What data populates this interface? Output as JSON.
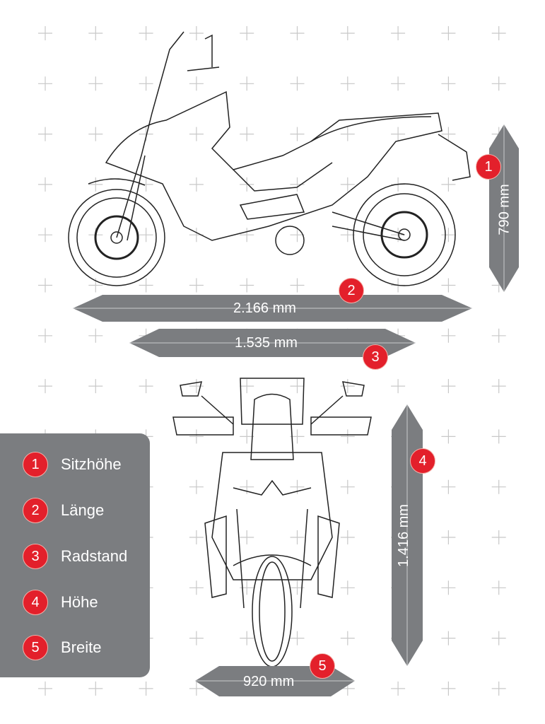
{
  "colors": {
    "bar": "#7b7d80",
    "badge": "#e3202b",
    "grid": "#c8c8c8"
  },
  "dimensions": [
    {
      "number": "1",
      "value": "790 mm"
    },
    {
      "number": "2",
      "value": "2.166 mm"
    },
    {
      "number": "3",
      "value": "1.535 mm"
    },
    {
      "number": "4",
      "value": "1.416 mm"
    },
    {
      "number": "5",
      "value": "920 mm"
    }
  ],
  "legend": [
    {
      "number": "1",
      "label": "Sitzhöhe"
    },
    {
      "number": "2",
      "label": "Länge"
    },
    {
      "number": "3",
      "label": "Radstand"
    },
    {
      "number": "4",
      "label": "Höhe"
    },
    {
      "number": "5",
      "label": "Breite"
    }
  ]
}
